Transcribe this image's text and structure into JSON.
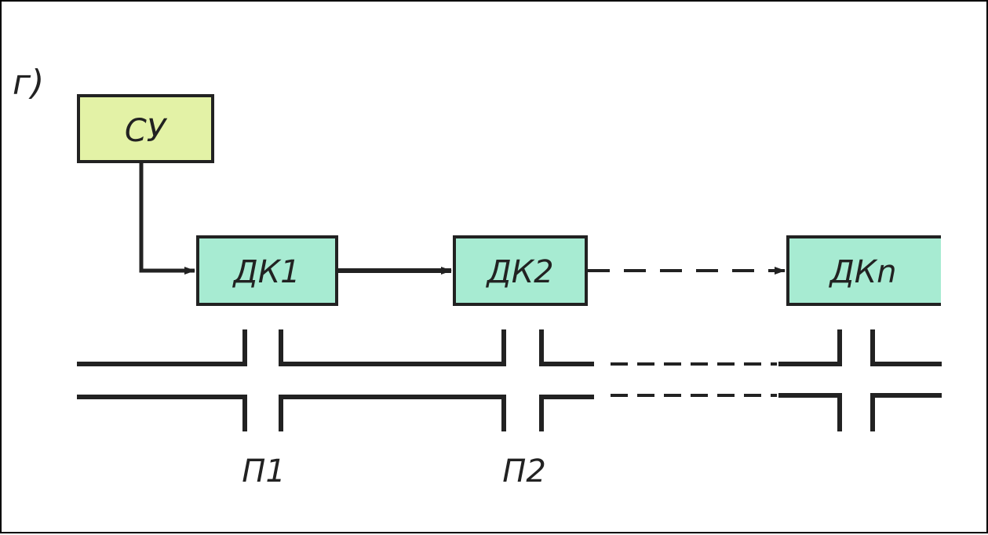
{
  "figure": {
    "panel_label": "г)"
  },
  "blocks": [
    {
      "id": "su",
      "label": "СУ",
      "fill": "#e3f2a6"
    },
    {
      "id": "dk1",
      "label": "ДК1",
      "fill": "#a7ebd2"
    },
    {
      "id": "dk2",
      "label": "ДК2",
      "fill": "#a7ebd2"
    },
    {
      "id": "dkn",
      "label": "ДКn",
      "fill": "#a7ebd2"
    }
  ],
  "junctions": [
    {
      "id": "p1",
      "label": "П1"
    },
    {
      "id": "p2",
      "label": "П2"
    },
    {
      "id": "pn",
      "label": ""
    }
  ],
  "colors": {
    "stroke": "#222222",
    "border": "#000000"
  }
}
